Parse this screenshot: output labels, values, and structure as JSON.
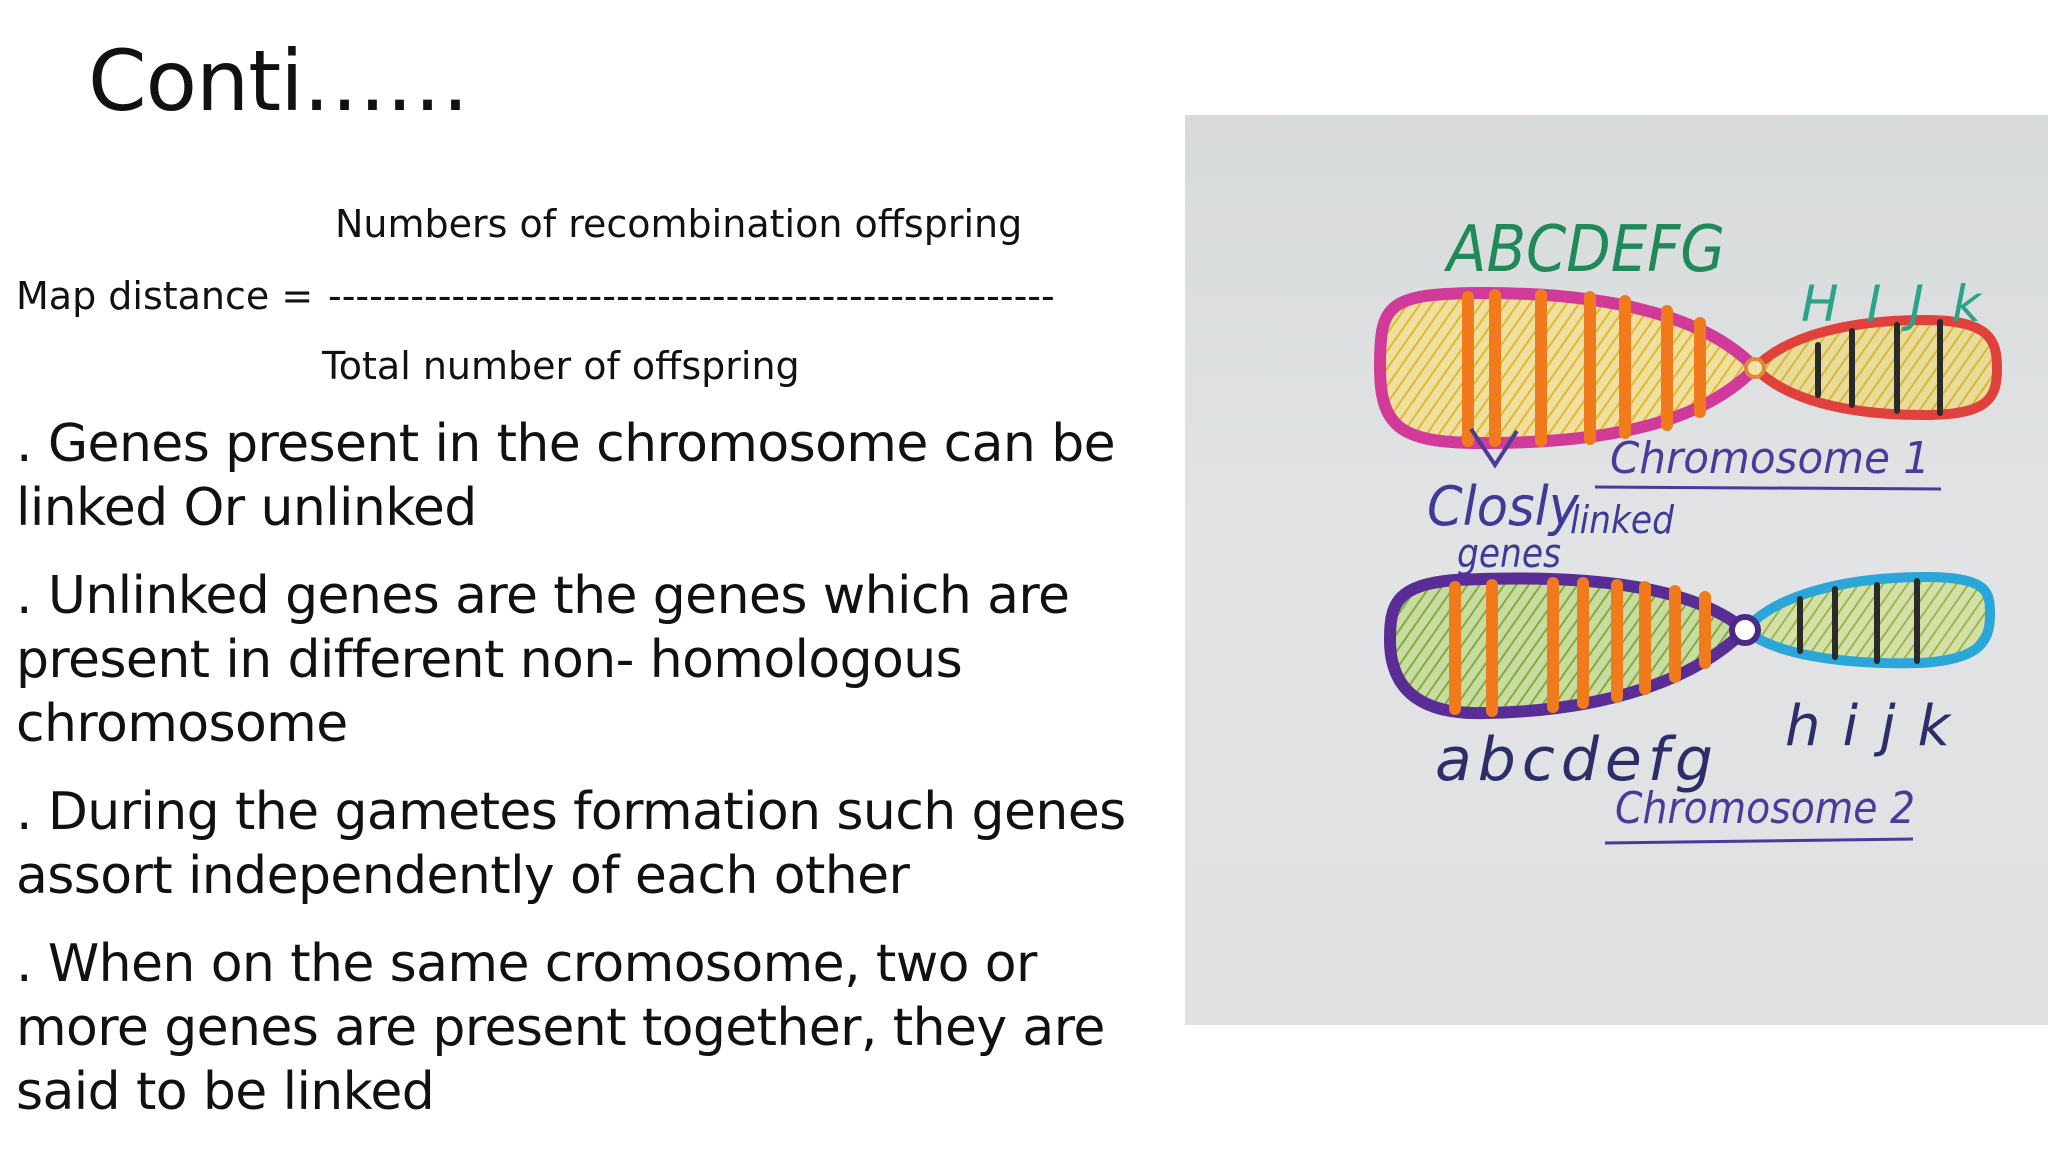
{
  "slide": {
    "title": "Conti……"
  },
  "formula": {
    "numerator": "Numbers of recombination offspring",
    "lhs": "Map distance  =",
    "divider": "-----------------------------------------------------",
    "denominator": "Total number of offspring"
  },
  "bullets": [
    ". Genes present in the chromosome can be linked Or unlinked",
    ". Unlinked genes are the genes which are present in different non- homologous chromosome",
    ". During the gametes formation such genes assort independently of each other",
    ". When on the same cromosome, two or more genes are present together, they are said to be linked"
  ],
  "diagram": {
    "chromosome1_genes_left": "ABCDEFG",
    "chromosome1_genes_right": "HIJk",
    "chromosome1_label": "Chromosome 1",
    "annotation_line1": "Closly",
    "annotation_line1b": "linked",
    "annotation_line2": "genes",
    "chromosome2_genes_left": "a b c d e f g",
    "chromosome2_genes_right": "h i j k",
    "chromosome2_label": "Chromosome 2",
    "colors": {
      "chromosome1_outline_left": "#d23a9a",
      "chromosome1_outline_right": "#e0413c",
      "chromosome1_fill": "#e8c744",
      "chromosome2_outline_left": "#5a2c96",
      "chromosome2_outline_right": "#2aa6d8",
      "chromosome2_fill": "#7dae3e",
      "bands_left": "#f07a1c",
      "bands_right": "#2a2a2a",
      "gene_text_1": "#1f8a58",
      "gene_text_1_right": "#2aa38a",
      "label_ink": "#4a3a9a",
      "gene_text_2": "#2c2e6a",
      "photo_bg": "#dcdfe0"
    }
  }
}
